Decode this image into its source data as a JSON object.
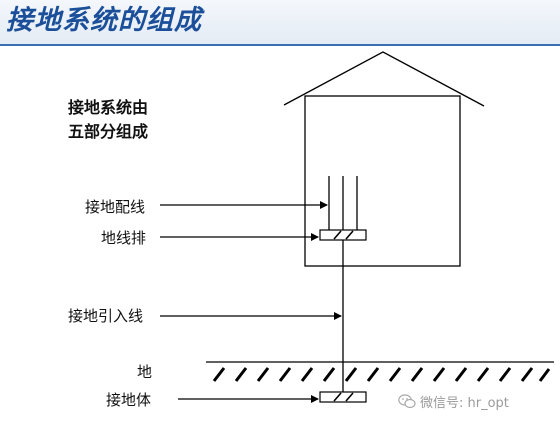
{
  "title": "接地系统的组成",
  "intro": {
    "line1": "接地系统由",
    "line2": "五部分组成"
  },
  "labels": {
    "grounding_conductor": "接地配线",
    "ground_bus": "地线排",
    "lead_in_wire": "接地引入线",
    "ground": "地",
    "ground_electrode": "接地体"
  },
  "watermark": {
    "icon": "wechat-icon",
    "text": "微信号: hr_opt"
  },
  "colors": {
    "title": "#1b4f9a",
    "rule": "#3b6fb4",
    "line": "#000000"
  }
}
